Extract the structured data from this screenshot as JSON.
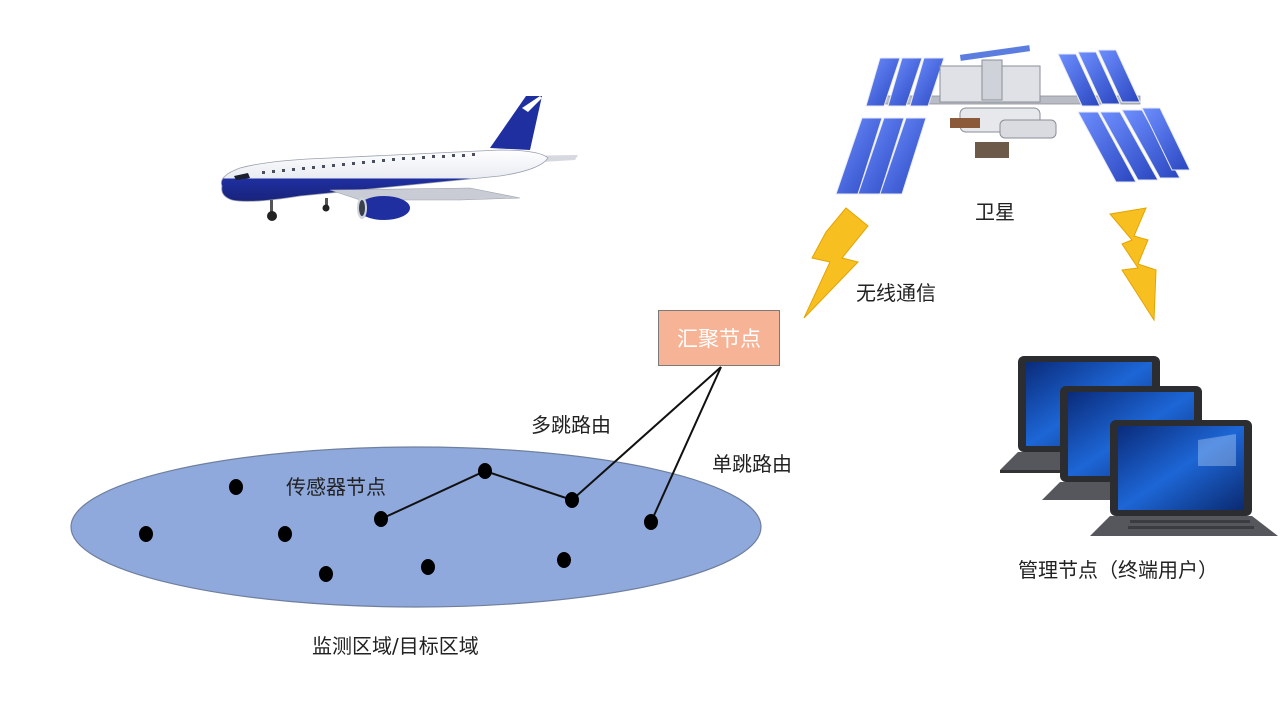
{
  "labels": {
    "satellite": "卫星",
    "wireless": "无线通信",
    "sink_node": "汇聚节点",
    "multi_hop": "多跳路由",
    "single_hop": "单跳路由",
    "sensor_node": "传感器节点",
    "monitor_area": "监测区域/目标区域",
    "manager_node": "管理节点（终端用户）"
  },
  "colors": {
    "area_fill": "#8fa9dc",
    "sink_fill": "#f6b396",
    "lightning": "#f7c020",
    "aircraft_blue": "#1f2fa0",
    "panel_blue": "#3a5fd0"
  },
  "icons": {
    "aircraft": "airplane-icon",
    "satellite": "space-station-icon",
    "lightning": "lightning-bolt-icon",
    "laptop": "laptop-icon"
  }
}
